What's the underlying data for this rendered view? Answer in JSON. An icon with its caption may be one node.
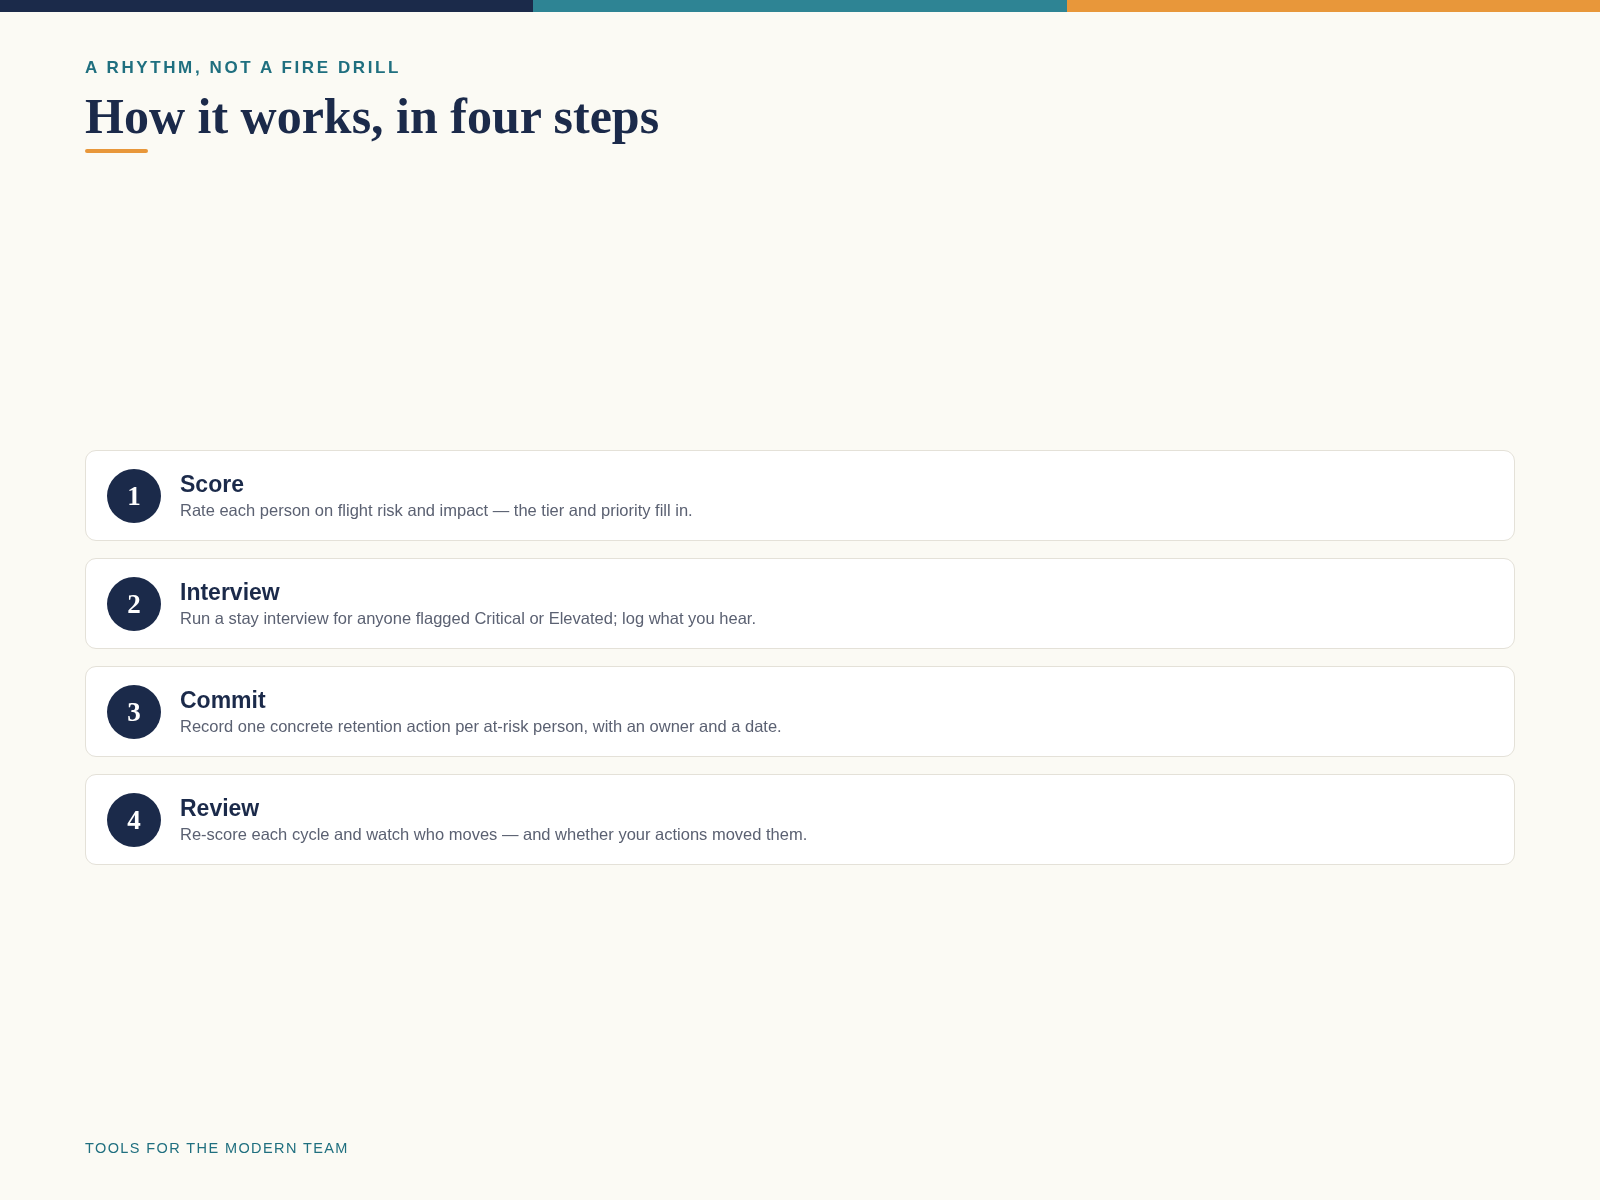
{
  "diagram": {
    "title": "How it works, in four steps",
    "nodes": [
      {
        "text": [
          "Score",
          "Rate each person on flight risk and impact — the tier and priority fill in."
        ]
      },
      {
        "text": [
          "1"
        ],
        "in": 0
      },
      {
        "text": [
          "Interview",
          "Run a stay interview for anyone flagged Critical or Elevated; log what you hear."
        ]
      },
      {
        "text": [
          "2"
        ],
        "in": 2
      },
      {
        "text": [
          "Commit",
          "Record one concrete retention action per at-risk person, with an owner and a date."
        ]
      },
      {
        "text": [
          "3"
        ],
        "in": 4
      },
      {
        "text": [
          "Review",
          "Re-score each cycle and watch who moves — and whether your actions moved them."
        ]
      },
      {
        "text": [
          "4"
        ],
        "in": 6
      }
    ],
    "labels": [
      "A RHYTHM, NOT A FIRE DRILL",
      "TOOLS FOR THE MODERN TEAM"
    ]
  }
}
